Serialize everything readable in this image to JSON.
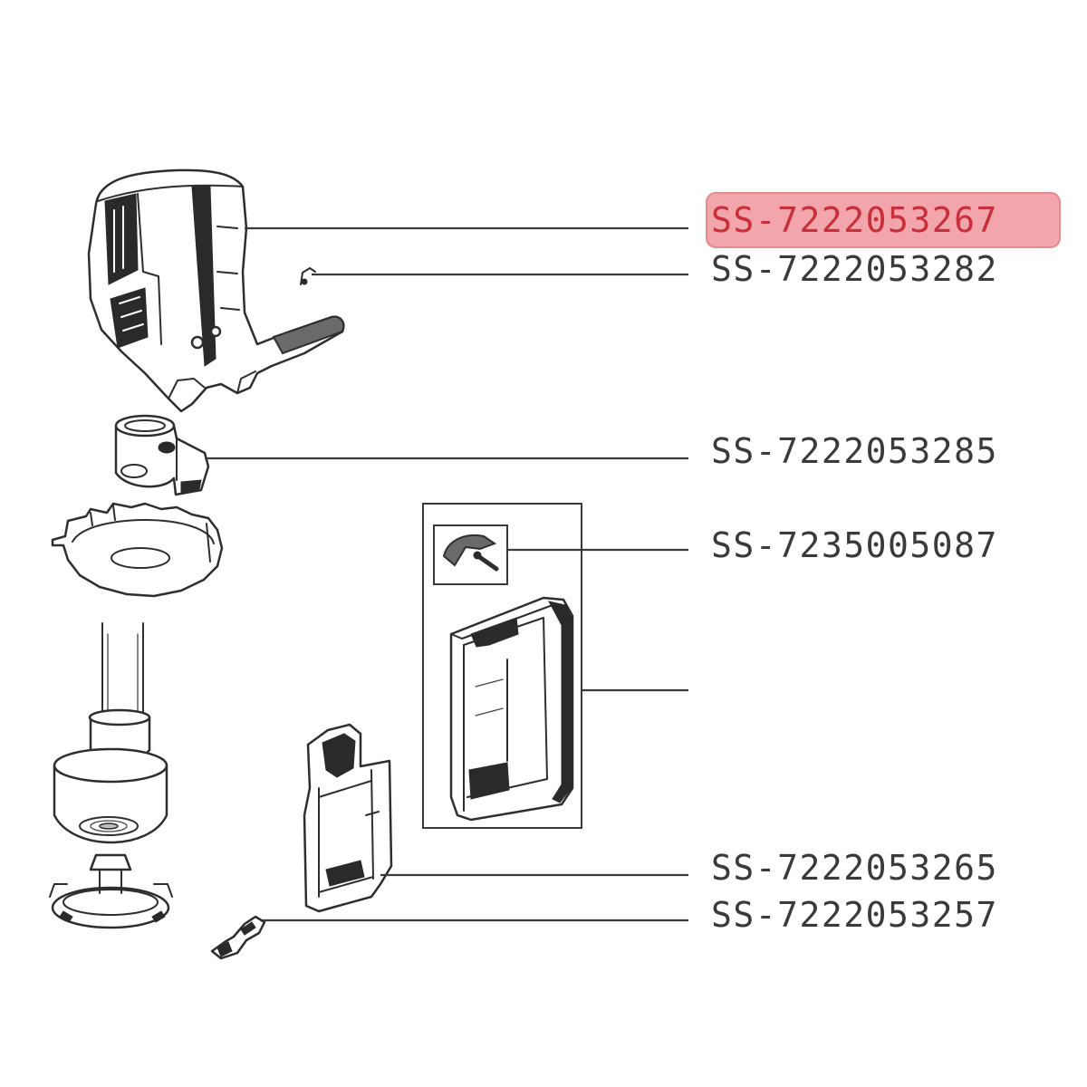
{
  "diagram": {
    "labels": [
      {
        "text": "SS-7222053267",
        "highlighted": true
      },
      {
        "text": "SS-7222053282",
        "highlighted": false
      },
      {
        "text": "SS-7222053285",
        "highlighted": false
      },
      {
        "text": "SS-7235005087",
        "highlighted": false
      },
      {
        "text": "SS-7222053265",
        "highlighted": false
      },
      {
        "text": "SS-7222053257",
        "highlighted": false
      }
    ]
  },
  "colors": {
    "highlight_fill": "#f2a5aa",
    "highlight_border": "#e58a90",
    "highlight_text": "#c7303b",
    "label_text": "#3a3a3a",
    "line": "#2e2e2e",
    "background": "#ffffff"
  }
}
